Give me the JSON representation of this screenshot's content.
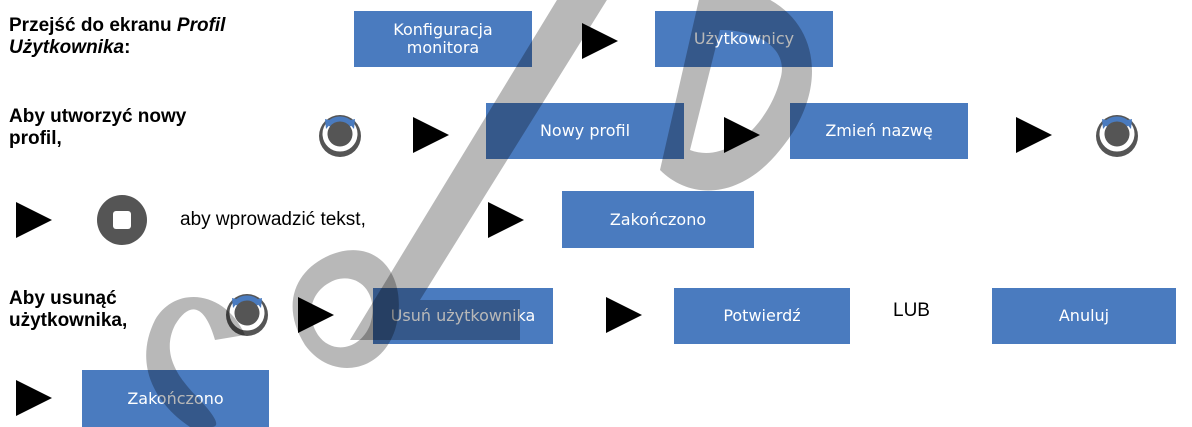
{
  "section1": {
    "label_line1": "Przejść do ekranu ",
    "label_italic1": "Profil",
    "label_italic2": "Użytkownika",
    "label_end": ":",
    "btn_monitor_line1": "Konfiguracja",
    "btn_monitor_line2": "monitora",
    "btn_users": "Użytkownicy"
  },
  "section2": {
    "label_line1": "Aby utworzyć nowy",
    "label_line2": "profil,",
    "btn_new_profile": "Nowy profil",
    "btn_rename": "Zmień nazwę"
  },
  "section3": {
    "text": "aby wprowadzić tekst,",
    "btn_done": "Zakończono"
  },
  "section4": {
    "label_line1": "Aby usunąć",
    "label_line2": "użytkownika,",
    "btn_delete_user": "Usuń użytkownika",
    "btn_confirm": "Potwierdź",
    "or_text": "LUB",
    "btn_cancel": "Anuluj"
  },
  "section5": {
    "btn_done": "Zakończono"
  },
  "colors": {
    "button_bg": "#4a7bbf",
    "icon_gray": "#555555",
    "icon_ring_blue": "#4a7bbf"
  },
  "icons": {
    "rotary": "rotary-knob-icon",
    "stop": "stop-button-icon",
    "arrow": "arrow-right-icon"
  }
}
